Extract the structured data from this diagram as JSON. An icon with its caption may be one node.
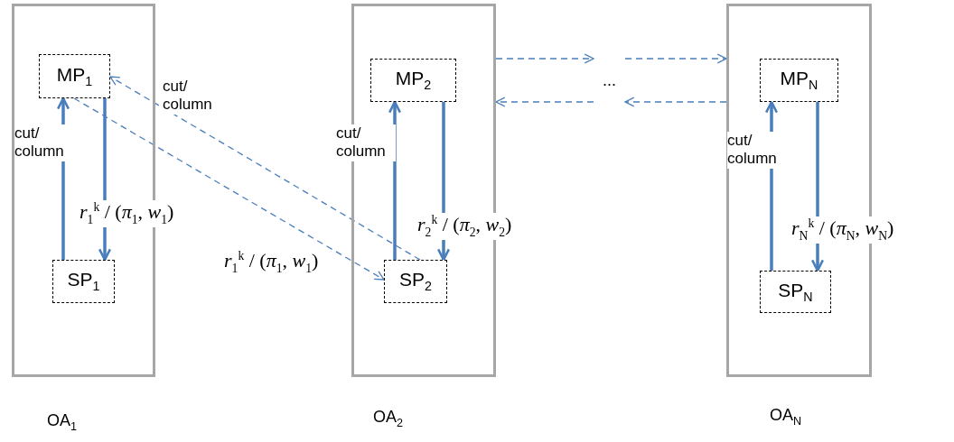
{
  "diagram": {
    "nodes": [
      {
        "text": [
          "OA$_{1}$"
        ]
      },
      {
        "text": [
          "MP$_{1}$"
        ],
        "in": 0
      },
      {
        "text": [
          "SP$_{1}$"
        ],
        "in": 0
      },
      {
        "text": [
          "OA$_{2}$"
        ]
      },
      {
        "text": [
          "MP$_{2}$"
        ],
        "in": 3
      },
      {
        "text": [
          "SP$_{2}$"
        ],
        "in": 3
      },
      {
        "text": [
          "..."
        ]
      },
      {
        "text": [
          "OA$_{N}$"
        ]
      },
      {
        "text": [
          "MP$_{N}$"
        ],
        "in": 7
      },
      {
        "text": [
          "SP$_{N}$"
        ],
        "in": 7
      }
    ],
    "edges": [
      {
        "from": 2,
        "to": 1,
        "arrow": "to",
        "label": "cut/ column",
        "style": "thick"
      },
      {
        "from": 1,
        "to": 2,
        "arrow": "to",
        "label": "*r*$_{1}$$^{k}$ / (*π*$_{1}$, *w*$_{1}$)",
        "style": "thick"
      },
      {
        "from": 1,
        "to": 5,
        "arrow": "to",
        "label": "*r*$_{1}$$^{k}$ / (*π*$_{1}$, *w*$_{1}$)",
        "style": "dashed"
      },
      {
        "from": 5,
        "to": 1,
        "arrow": "to",
        "label": "cut/ column",
        "style": "dashed"
      },
      {
        "from": 5,
        "to": 4,
        "arrow": "to",
        "label": "cut/ column",
        "style": "thick"
      },
      {
        "from": 4,
        "to": 5,
        "arrow": "to",
        "label": "*r*$_{2}$$^{k}$ / (*π*$_{2}$, *w*$_{2}$)",
        "style": "thick"
      },
      {
        "from": 3,
        "to": 6,
        "arrow": "to",
        "style": "dashed"
      },
      {
        "from": 6,
        "to": 7,
        "arrow": "to",
        "style": "dashed"
      },
      {
        "from": 7,
        "to": 6,
        "arrow": "to",
        "style": "dashed"
      },
      {
        "from": 6,
        "to": 3,
        "arrow": "to",
        "style": "dashed"
      },
      {
        "from": 9,
        "to": 8,
        "arrow": "to",
        "label": "cut/ column",
        "style": "thick"
      },
      {
        "from": 8,
        "to": 9,
        "arrow": "to",
        "label": "*r*$_{N}$$^{k}$ / (*π*$_{N}$, *w*$_{N}$)",
        "style": "thick"
      }
    ]
  }
}
